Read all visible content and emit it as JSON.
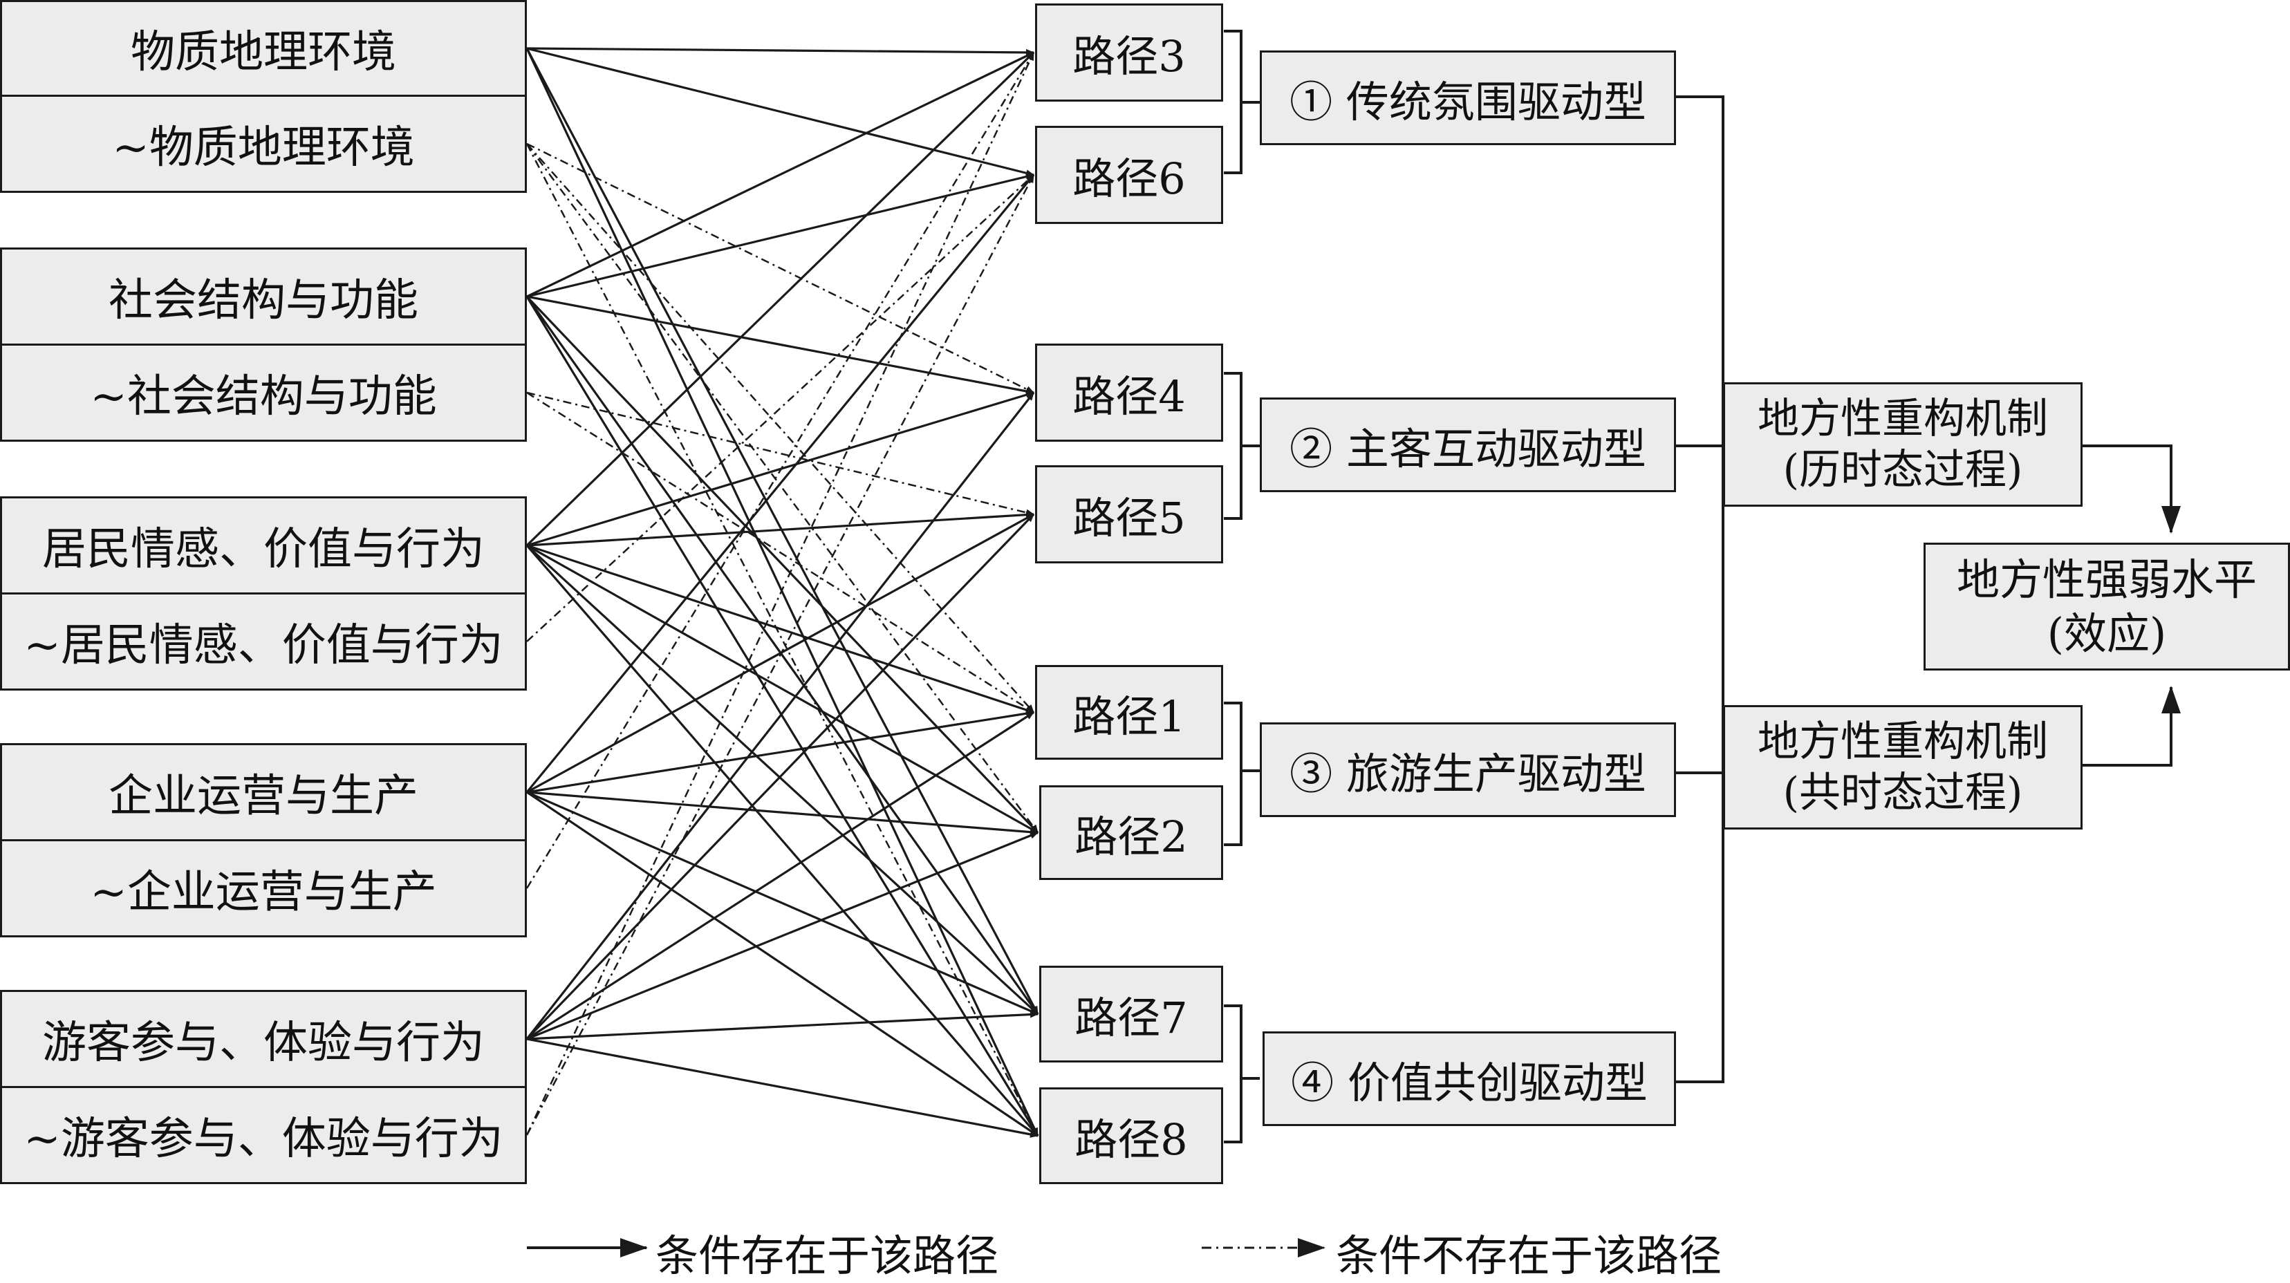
{
  "conditions": [
    {
      "id": "c0",
      "label": "物质地理环境"
    },
    {
      "id": "c1",
      "label": "~物质地理环境"
    },
    {
      "id": "c2",
      "label": "社会结构与功能"
    },
    {
      "id": "c3",
      "label": "~社会结构与功能"
    },
    {
      "id": "c4",
      "label": "居民情感、价值与行为"
    },
    {
      "id": "c5",
      "label": "~居民情感、价值与行为"
    },
    {
      "id": "c6",
      "label": "企业运营与生产"
    },
    {
      "id": "c7",
      "label": "~企业运营与生产"
    },
    {
      "id": "c8",
      "label": "游客参与、体验与行为"
    },
    {
      "id": "c9",
      "label": "~游客参与、体验与行为"
    }
  ],
  "paths": [
    {
      "id": "p3",
      "label": "路径3"
    },
    {
      "id": "p6",
      "label": "路径6"
    },
    {
      "id": "p4",
      "label": "路径4"
    },
    {
      "id": "p5",
      "label": "路径5"
    },
    {
      "id": "p1",
      "label": "路径1"
    },
    {
      "id": "p2",
      "label": "路径2"
    },
    {
      "id": "p7",
      "label": "路径7"
    },
    {
      "id": "p8",
      "label": "路径8"
    }
  ],
  "types": [
    {
      "id": "t1",
      "label": "① 传统氛围驱动型"
    },
    {
      "id": "t2",
      "label": "② 主客互动驱动型"
    },
    {
      "id": "t3",
      "label": "③ 旅游生产驱动型"
    },
    {
      "id": "t4",
      "label": "④ 价值共创驱动型"
    }
  ],
  "mechanisms": [
    {
      "id": "m1",
      "line1": "地方性重构机制",
      "line2": "(历时态过程)"
    },
    {
      "id": "m2",
      "line1": "地方性重构机制",
      "line2": "(共时态过程)"
    }
  ],
  "result": {
    "line1": "地方性强弱水平",
    "line2": "(效应)"
  },
  "legend": {
    "solid_label": "条件存在于该路径",
    "dashed_label": "条件不存在于该路径"
  },
  "edges": [
    {
      "from": "c0",
      "to": "p3",
      "style": "solid"
    },
    {
      "from": "c0",
      "to": "p6",
      "style": "solid"
    },
    {
      "from": "c0",
      "to": "p7",
      "style": "solid"
    },
    {
      "from": "c0",
      "to": "p8",
      "style": "solid"
    },
    {
      "from": "c1",
      "to": "p4",
      "style": "dashed"
    },
    {
      "from": "c1",
      "to": "p1",
      "style": "dashed"
    },
    {
      "from": "c1",
      "to": "p2",
      "style": "dashed"
    },
    {
      "from": "c1",
      "to": "p8",
      "style": "dashed"
    },
    {
      "from": "c2",
      "to": "p3",
      "style": "solid"
    },
    {
      "from": "c2",
      "to": "p6",
      "style": "solid"
    },
    {
      "from": "c2",
      "to": "p4",
      "style": "solid"
    },
    {
      "from": "c2",
      "to": "p2",
      "style": "solid"
    },
    {
      "from": "c2",
      "to": "p7",
      "style": "solid"
    },
    {
      "from": "c2",
      "to": "p8",
      "style": "solid"
    },
    {
      "from": "c3",
      "to": "p5",
      "style": "dashed"
    },
    {
      "from": "c3",
      "to": "p1",
      "style": "dashed"
    },
    {
      "from": "c4",
      "to": "p3",
      "style": "solid"
    },
    {
      "from": "c4",
      "to": "p4",
      "style": "solid"
    },
    {
      "from": "c4",
      "to": "p5",
      "style": "solid"
    },
    {
      "from": "c4",
      "to": "p1",
      "style": "solid"
    },
    {
      "from": "c4",
      "to": "p2",
      "style": "solid"
    },
    {
      "from": "c4",
      "to": "p7",
      "style": "solid"
    },
    {
      "from": "c4",
      "to": "p8",
      "style": "solid"
    },
    {
      "from": "c5",
      "to": "p6",
      "style": "dashed"
    },
    {
      "from": "c6",
      "to": "p6",
      "style": "solid"
    },
    {
      "from": "c6",
      "to": "p5",
      "style": "solid"
    },
    {
      "from": "c6",
      "to": "p1",
      "style": "solid"
    },
    {
      "from": "c6",
      "to": "p2",
      "style": "solid"
    },
    {
      "from": "c6",
      "to": "p7",
      "style": "solid"
    },
    {
      "from": "c6",
      "to": "p8",
      "style": "solid"
    },
    {
      "from": "c7",
      "to": "p3",
      "style": "dashed"
    },
    {
      "from": "c8",
      "to": "p4",
      "style": "solid"
    },
    {
      "from": "c8",
      "to": "p5",
      "style": "solid"
    },
    {
      "from": "c8",
      "to": "p1",
      "style": "solid"
    },
    {
      "from": "c8",
      "to": "p2",
      "style": "solid"
    },
    {
      "from": "c8",
      "to": "p7",
      "style": "solid"
    },
    {
      "from": "c8",
      "to": "p8",
      "style": "solid"
    },
    {
      "from": "c9",
      "to": "p3",
      "style": "dashed"
    },
    {
      "from": "c9",
      "to": "p6",
      "style": "dashed"
    }
  ]
}
